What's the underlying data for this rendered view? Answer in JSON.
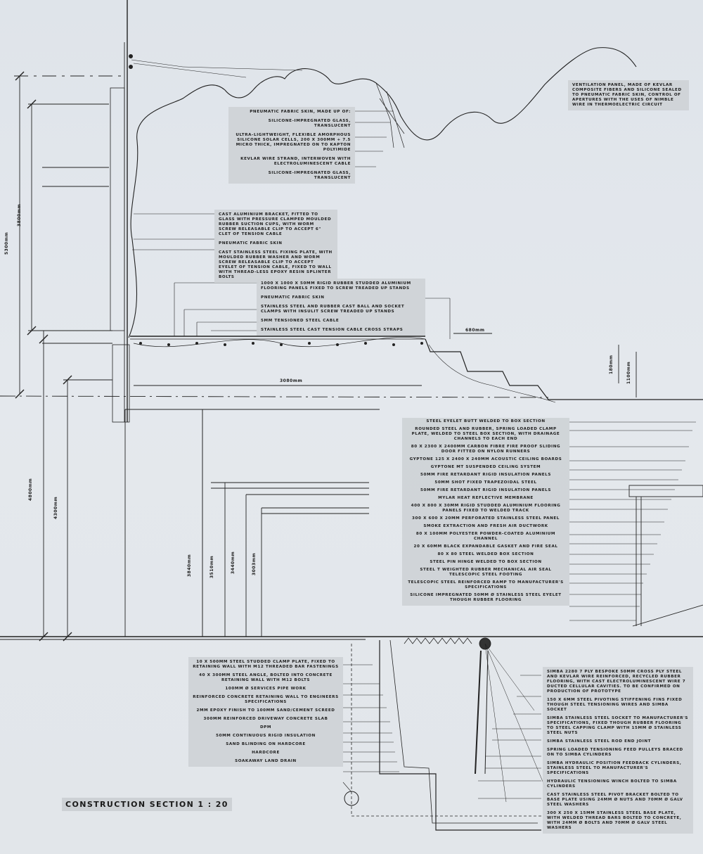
{
  "title": "CONSTRUCTION SECTION 1 : 20",
  "dimensions": {
    "d5300": "5300mm",
    "d3800": "3800mm",
    "d4800": "4800mm",
    "d4300": "4300mm",
    "d3840": "3840mm",
    "d3510": "3510mm",
    "d3440": "3440mm",
    "d3003": "3003mm",
    "d3080": "3080mm",
    "d680": "680mm",
    "d180": "180mm",
    "d1100": "1100mm"
  },
  "notes": {
    "skin": [
      "Pneumatic fabric skin, made up of:",
      "Silicone-impregnated glass, translucent",
      "Ultra-lightweight, flexible amorphous silicone solar cells, 200 x 300mm + 7.5 micro thick, impregnated on to Kapton polyimide",
      "Kevlar wire strand, interwoven with electroluminescent cable",
      "Silicone-impregnated glass, translucent"
    ],
    "ventilation": [
      "Ventilation panel, made of Kevlar composite fibers and silicone sealed to pneumatic fabric skin, control of apertures with the uses of nimble wire in thermoelectric circuit"
    ],
    "bracket": [
      "Cast aluminium bracket, fitted to glass with pressure clamped moulded rubber suction cups, with worm screw releasable clip to accept 6\" clet of tension cable",
      "Pneumatic fabric skin",
      "Cast stainless steel fixing plate, with moulded rubber washer and worm screw releasable clip to accept eyelet of tension cable, fixed to wall with thread-less epoxy resin splinter bolts"
    ],
    "floor": [
      "1000 x 1000 x 50mm rigid rubber studded aluminium flooring panels fixed to screw treaded up stands",
      "Pneumatic fabric skin",
      "Stainless steel and rubber cast ball and socket clamps with insulit screw treaded up stands",
      "5mm tensioned steel cable",
      "Stainless steel cast tension cable cross straps"
    ],
    "box": [
      "Steel eyelet butt welded to box section",
      "Rounded steel and rubber, spring loaded clamp plate, welded to steel box section, with drainage channels to each end",
      "80 x 2300 x 2400mm carbon fibre fire proof sliding door fitted on nylon runners",
      "Gyptone 125 x 2400 x 240mm acoustic ceiling boards",
      "Gyptone MT suspended ceiling system",
      "50mm fire retardant rigid insulation panels",
      "50mm shot fixed trapezoidal steel",
      "50mm fire retardant rigid insulation panels",
      "Mylar heat reflective membrane",
      "400 x 800 x 30mm rigid studded aluminium flooring panels fixed to welded track",
      "300 x 600 x 20mm perforated stainless steel panel",
      "Smoke extraction and fresh air ductwork",
      "80 x 100mm polyester powder-coated aluminium channel",
      "20 x 60mm black expandable gasket and fire seal",
      "80 x 80 steel welded box section",
      "Steel pin hinge welded to box section",
      "Steel T weighted rubber mechanical air seal telescopic steel footing",
      "Telescopic steel reinforced ramp to manufacturer's specifications",
      "Silicone impregnated 50mm Ø stainless steel eyelet though rubber flooring"
    ],
    "foundation": [
      "10 x 500mm steel studded clamp plate, fixed to retaining wall with M12 threaded bar fastenings",
      "40 x 300mm steel angle, bolted into concrete retaining wall with M12 bolts",
      "100mm Ø services pipe work",
      "Reinforced concrete retaining wall to engineers specifications",
      "2mm epoxy finish to 100mm sand/cement screed",
      "300mm reinforced driveway concrete slab",
      "DPM",
      "50mm continuous rigid insulation",
      "Sand blinding on hardcore",
      "Hardcore",
      "Soakaway land drain"
    ],
    "hydraulic": [
      "Simba 2280 7 ply bespoke 50mm cross ply steel and Kevlar wire reinforced, recycled rubber flooring, with cast electroluminescent wire 7 ducted cellular cavities. To be confirmed on production of prototype",
      "150 x 6mm steel pivoting stiffening fins fixed though steel tensioning wires and Simba socket",
      "Simba stainless steel socket to manufacturer's specifications, fixed though rubber flooring to steel capping clamp with 15mm Ø stainless steel nuts",
      "Simba stainless steel rod end joint",
      "Spring loaded tensioning feed pulleys braced on to Simba cylinders",
      "Simba hydraulic position feedback cylinders, stainless steel to manufacturer's specifications",
      "Hydraulic tensioning winch bolted to Simba cylinders",
      "Cast stainless steel pivot bracket bolted to base plate using 24mm Ø nuts and 70mm Ø galv steel washers",
      "300 x 250 x 15mm stainless steel base plate, with welded thread bars bolted to concrete, with 24mm Ø bolts and 70mm Ø galv steel washers"
    ]
  }
}
